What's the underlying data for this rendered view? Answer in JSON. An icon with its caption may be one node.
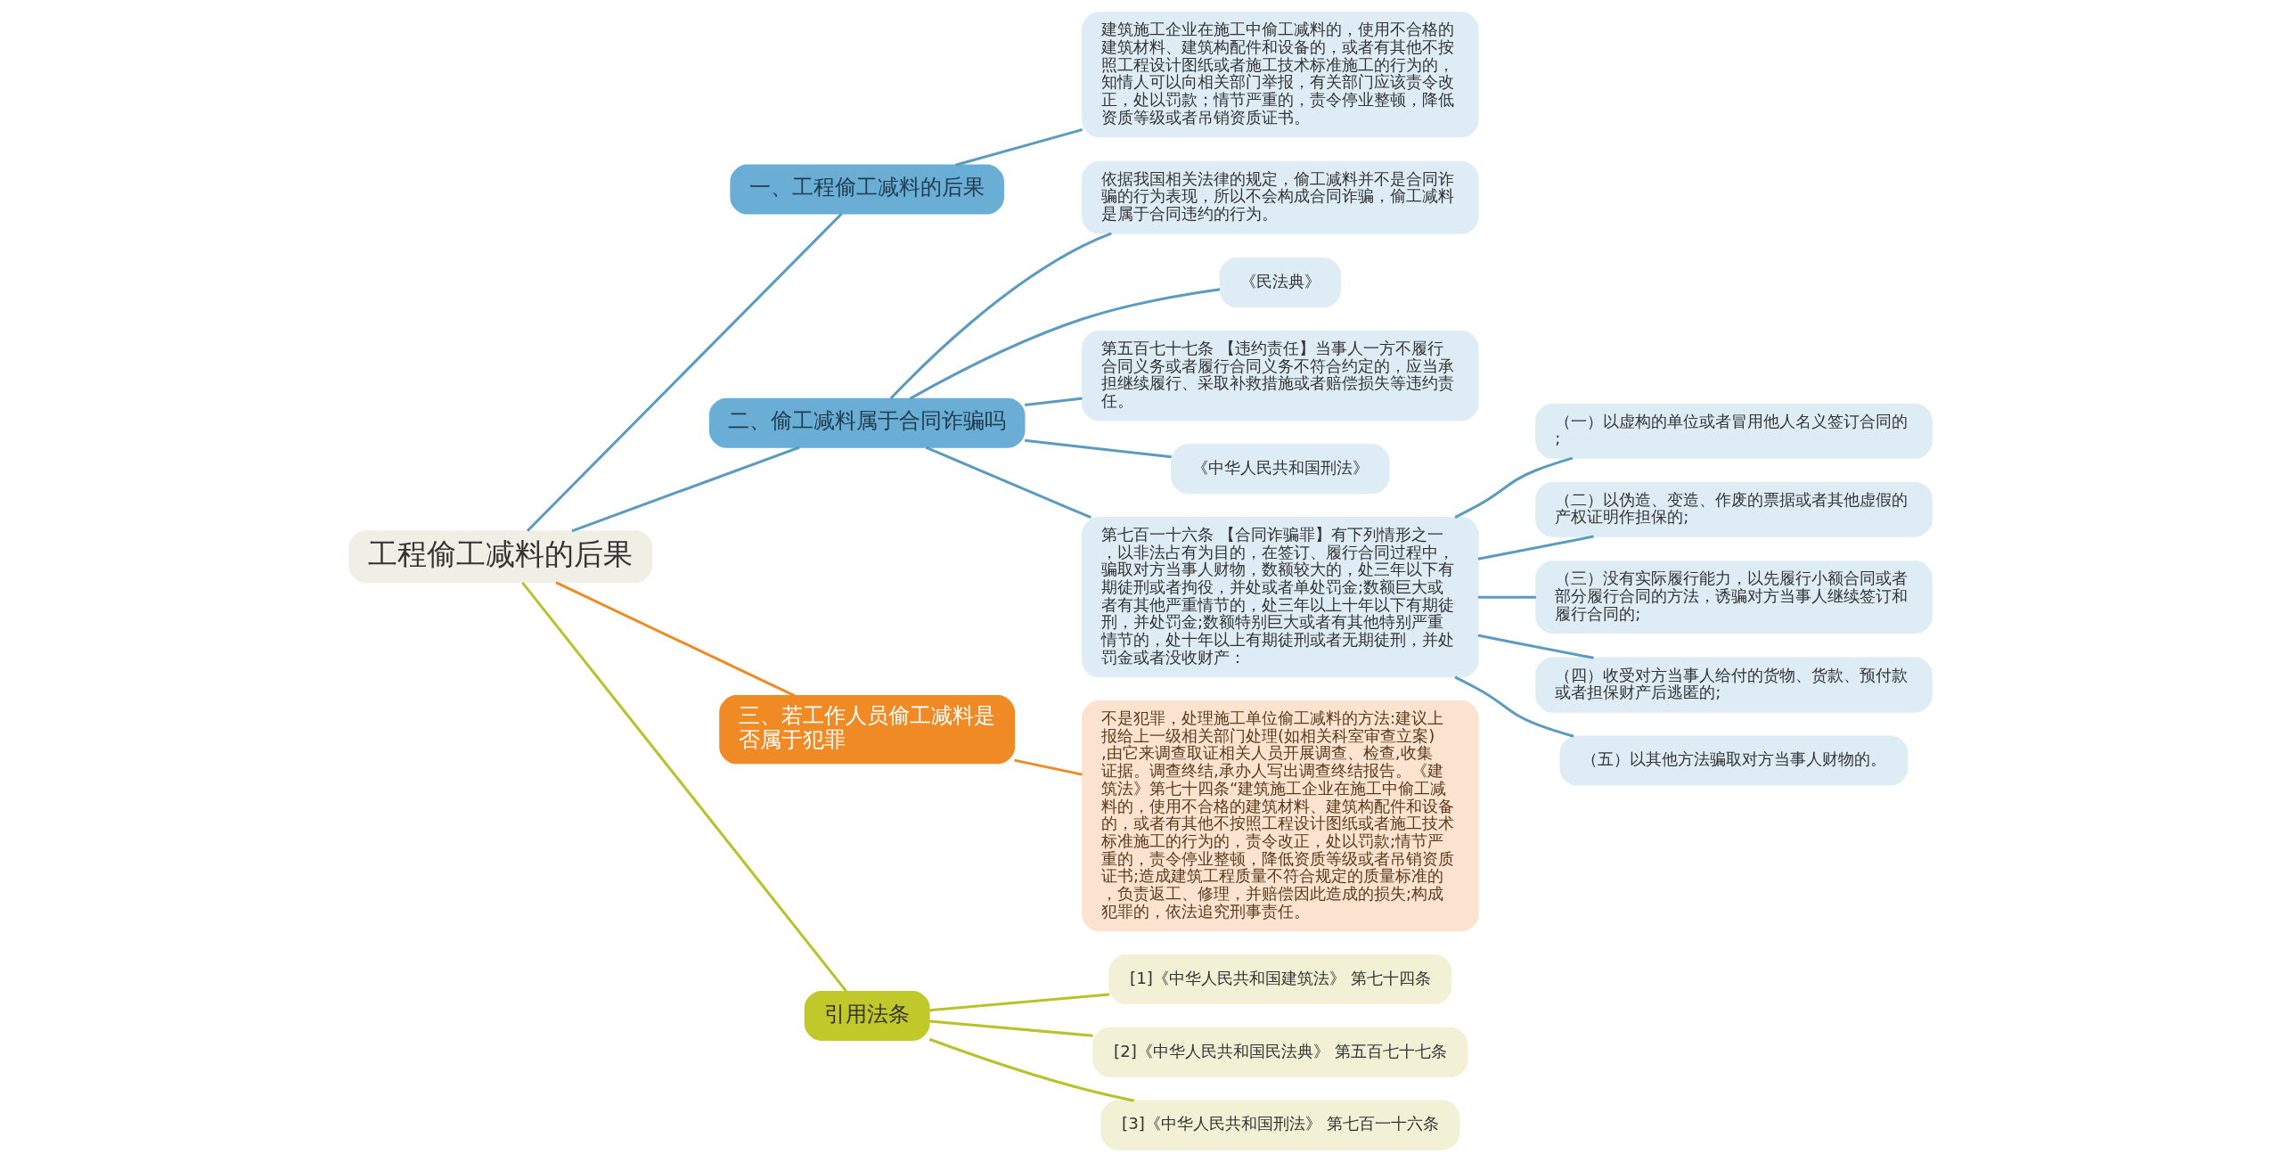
{
  "diagram": {
    "nodes": [
      {
        "text": [
          "工程偷工减料的后果"
        ]
      },
      {
        "text": [
          "一、工程偷工减料的后果"
        ]
      },
      {
        "text": [
          "建筑施工企业在施工中偷工减料的，使用不合格的建筑材料、建筑构配件和设备的，或者有其他不按照工程设计图纸或者施工技术标准施工的行为的，知情人可以向相关部门举报，有关部门应该责令改正，处以罚款；情节严重的，责令停业整顿，降低资质等级或者吊销资质证书。"
        ]
      },
      {
        "text": [
          "二、偷工减料属于合同诈骗吗"
        ]
      },
      {
        "text": [
          "依据我国相关法律的规定，偷工减料并不是合同诈骗的行为表现，所以不会构成合同诈骗，偷工减料是属于合同违约的行为。"
        ]
      },
      {
        "text": [
          "《民法典》"
        ]
      },
      {
        "text": [
          "第五百七十七条 【违约责任】当事人一方不履行合同义务或者履行合同义务不符合约定的，应当承担继续履行、采取补救措施或者赔偿损失等违约责任。"
        ]
      },
      {
        "text": [
          "《中华人民共和国刑法》"
        ]
      },
      {
        "text": [
          "第七百一十六条 【合同诈骗罪】有下列情形之一，以非法占有为目的，在签订、履行合同过程中，骗取对方当事人财物，数额较大的，处三年以下有期徒刑或者拘役，并处或者单处罚金;数额巨大或者有其他严重情节的，处三年以上十年以下有期徒刑，并处罚金;数额特别巨大或者有其他特别严重情节的，处十年以上有期徒刑或者无期徒刑，并处罚金或者没收财产："
        ]
      },
      {
        "text": [
          "（一）以虚构的单位或者冒用他人名义签订合同的;"
        ]
      },
      {
        "text": [
          "（二）以伪造、变造、作废的票据或者其他虚假的产权证明作担保的;"
        ]
      },
      {
        "text": [
          "（三）没有实际履行能力，以先履行小额合同或者部分履行合同的方法，诱骗对方当事人继续签订和履行合同的;"
        ]
      },
      {
        "text": [
          "（四）收受对方当事人给付的货物、货款、预付款或者担保财产后逃匿的;"
        ]
      },
      {
        "text": [
          "（五）以其他方法骗取对方当事人财物的。"
        ]
      },
      {
        "text": [
          "三、若工作人员偷工减料是否属于犯罪"
        ]
      },
      {
        "text": [
          "不是犯罪，处理施工单位偷工减料的方法:建议上报给上一级相关部门处理(如相关科室审查立案),由它来调查取证相关人员开展调查、检查,收集证据。调查终结,承办人写出调查终结报告。《建筑法》第七十四条“建筑施工企业在施工中偷工减料的，使用不合格的建筑材料、建筑构配件和设备的，或者有其他不按照工程设计图纸或者施工技术标准施工的行为的，责令改正，处以罚款;情节严重的，责令停业整顿，降低资质等级或者吊销资质证书;造成建筑工程质量不符合规定的质量标准的，负责返工、修理，并赔偿因此造成的损失;构成犯罪的，依法追究刑事责任。"
        ]
      },
      {
        "text": [
          "引用法条"
        ]
      },
      {
        "text": [
          "[1]《中华人民共和国建筑法》 第七十四条"
        ]
      },
      {
        "text": [
          "[2]《中华人民共和国民法典》 第五百七十七条"
        ]
      },
      {
        "text": [
          "[3]《中华人民共和国刑法》 第七百一十六条"
        ]
      }
    ],
    "edges": [
      {
        "from": 0,
        "to": 1,
        "arrow": "none"
      },
      {
        "from": 1,
        "to": 2,
        "arrow": "none"
      },
      {
        "from": 0,
        "to": 3,
        "arrow": "none"
      },
      {
        "from": 3,
        "to": 4,
        "arrow": "none"
      },
      {
        "from": 3,
        "to": 5,
        "arrow": "none"
      },
      {
        "from": 3,
        "to": 6,
        "arrow": "none"
      },
      {
        "from": 3,
        "to": 7,
        "arrow": "none"
      },
      {
        "from": 3,
        "to": 8,
        "arrow": "none"
      },
      {
        "from": 8,
        "to": 9,
        "arrow": "none"
      },
      {
        "from": 8,
        "to": 10,
        "arrow": "none"
      },
      {
        "from": 8,
        "to": 11,
        "arrow": "none"
      },
      {
        "from": 8,
        "to": 12,
        "arrow": "none"
      },
      {
        "from": 8,
        "to": 13,
        "arrow": "none"
      },
      {
        "from": 0,
        "to": 14,
        "arrow": "none",
        "color": "#f08a24"
      },
      {
        "from": 14,
        "to": 15,
        "arrow": "none",
        "color": "#f08a24"
      },
      {
        "from": 0,
        "to": 16,
        "arrow": "none",
        "color": "#b8c22a"
      },
      {
        "from": 16,
        "to": 17,
        "arrow": "none",
        "color": "#b8c22a"
      },
      {
        "from": 16,
        "to": 18,
        "arrow": "none",
        "color": "#b8c22a"
      },
      {
        "from": 16,
        "to": 19,
        "arrow": "none",
        "color": "#b8c22a"
      }
    ]
  }
}
